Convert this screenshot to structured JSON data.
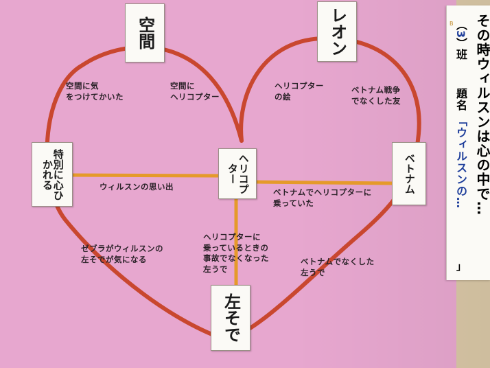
{
  "cards": {
    "top_left": "空間",
    "top_right": "レオン",
    "left": "特別に心ひかれる",
    "center": "ヘリコプター",
    "right": "ベトナム",
    "bottom": "左そで"
  },
  "notes": {
    "n1": "空間に気\nをつけてかいた",
    "n2": "空間に\nヘリコプター",
    "n3": "ヘリコプター\nの絵",
    "n4": "ベトナム戦争\nでなくした友",
    "n5": "ウィルスンの思い出",
    "n6": "ベトナムでヘリコプターに\n乗っていた",
    "n7": "ゼブラがウィルスンの\n左そでが気になる",
    "n8": "ヘリコプターに\n乗っているときの\n事故でなくなった\n左うで",
    "n9": "ベトナムでなくした\n左うで"
  },
  "sidebar": {
    "title": "その時ウィルスンは心の中で…",
    "group_prefix": "（",
    "group_number": "3",
    "group_suffix": "）班",
    "label": "題名",
    "topic": "「ウィルスンの…",
    "close_bracket": "」",
    "small_mark": "B"
  },
  "colors": {
    "poster_pink": "#e7a7cf",
    "heart_line": "#c9472f",
    "cross_line": "#e59a2a",
    "topic_blue": "#1d3d9a"
  }
}
